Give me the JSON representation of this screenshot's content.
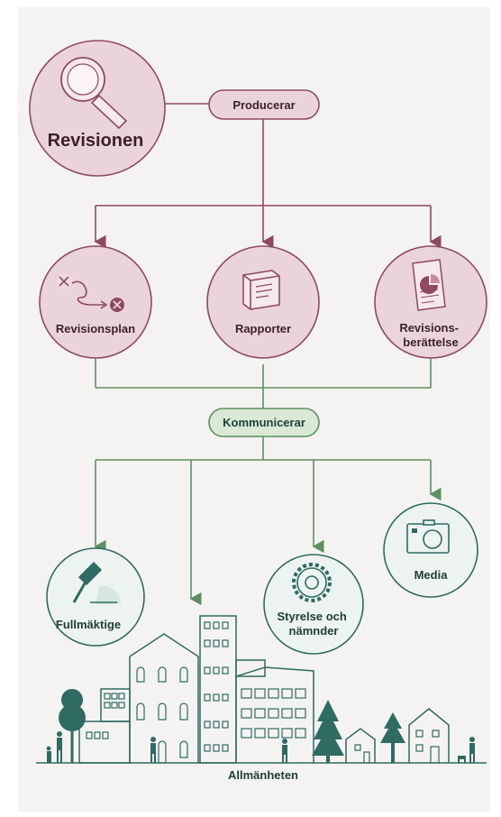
{
  "diagram": {
    "source": {
      "label": "Revisionen",
      "icon": "magnifier-icon"
    },
    "produces_label": "Producerar",
    "outputs": [
      {
        "label_lines": [
          "Revisionsplan"
        ],
        "icon": "path-route-icon"
      },
      {
        "label_lines": [
          "Rapporter"
        ],
        "icon": "book-icon"
      },
      {
        "label_lines": [
          "Revisions-",
          "berättelse"
        ],
        "icon": "report-chart-icon"
      }
    ],
    "communicates_label": "Kommunicerar",
    "audiences": [
      {
        "label_lines": [
          "Fullmäktige"
        ],
        "icon": "gavel-icon"
      },
      {
        "label_lines": [
          "Styrelse och",
          "nämnder"
        ],
        "icon": "gear-icon"
      },
      {
        "label_lines": [
          "Media"
        ],
        "icon": "camera-icon"
      }
    ],
    "public_label": "Allmänheten"
  },
  "colors": {
    "plum_fill": "#ead4d9",
    "plum_stroke": "#8f4a5f",
    "dark_text": "#3e1f2b",
    "green_fill": "#d9e9d6",
    "green_stroke": "#5d9060",
    "teal": "#2f6b63",
    "teal_fill": "#edf3f1"
  }
}
